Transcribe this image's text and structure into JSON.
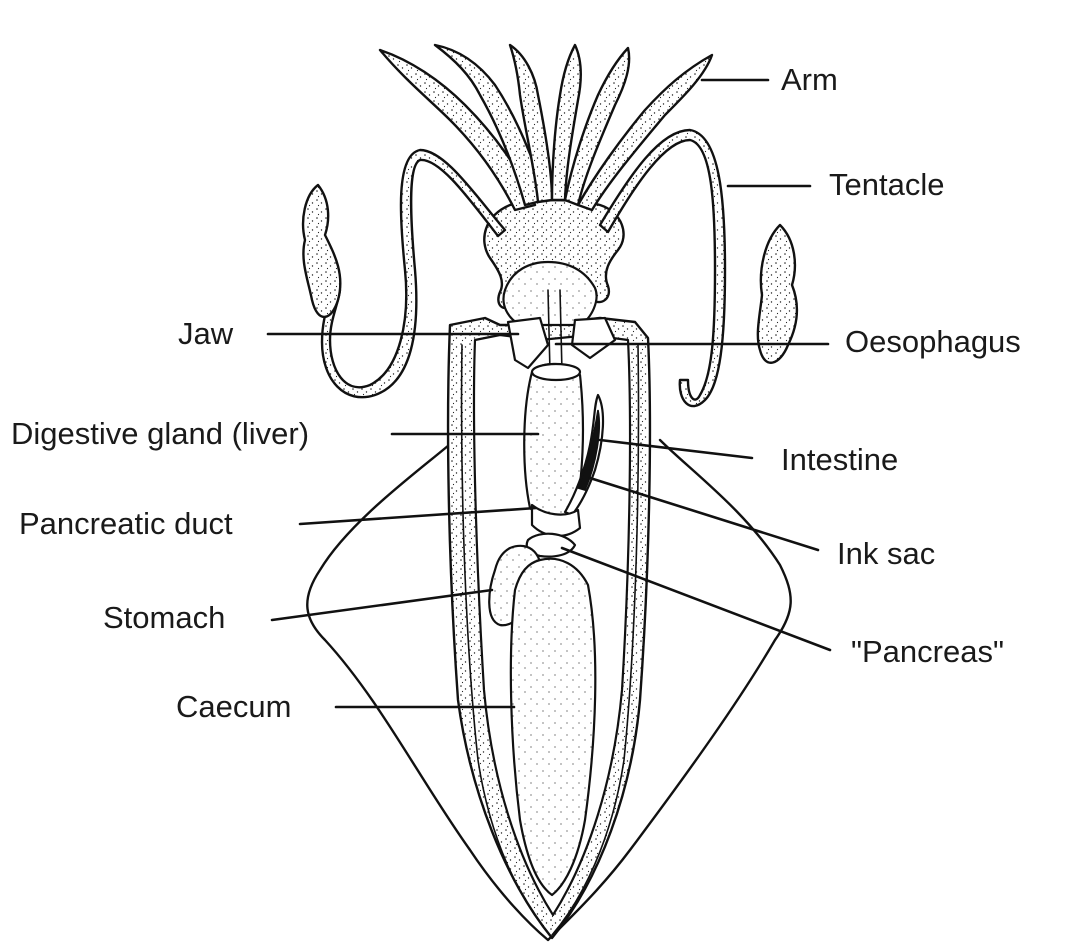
{
  "labels": {
    "arm": "Arm",
    "tentacle": "Tentacle",
    "jaw": "Jaw",
    "oesophagus": "Oesophagus",
    "digestive_gland": "Digestive gland (liver)",
    "intestine": "Intestine",
    "pancreatic_duct": "Pancreatic duct",
    "ink_sac": "Ink sac",
    "stomach": "Stomach",
    "pancreas": "\"Pancreas\"",
    "caecum": "Caecum"
  }
}
